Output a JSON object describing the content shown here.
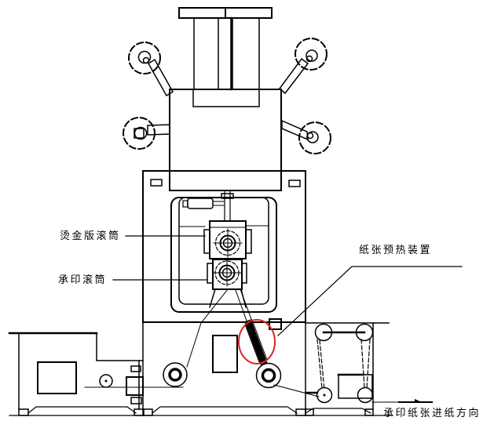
{
  "diagram": {
    "labels": {
      "stamping_plate_cylinder": "烫金版滚筒",
      "impression_cylinder": "承印滚筒",
      "paper_preheater": "纸张预热装置",
      "paper_feed_direction": "承印纸张进纸方向"
    },
    "colors": {
      "line": "#000000",
      "background": "#ffffff",
      "highlight": "#dd2222"
    }
  }
}
